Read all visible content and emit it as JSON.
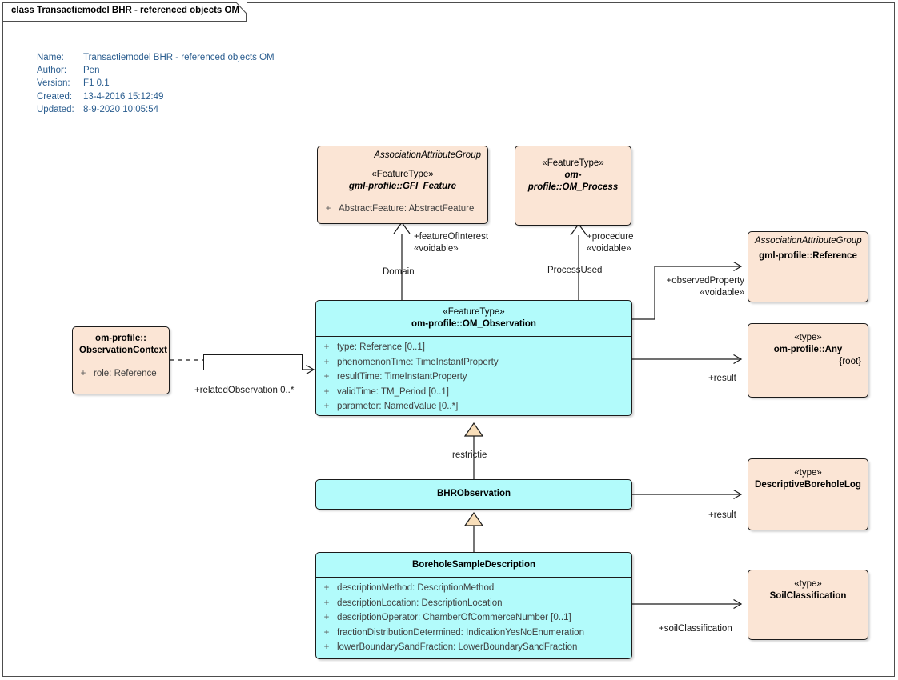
{
  "frame": {
    "tab_label": "class Transactiemodel BHR - referenced objects OM"
  },
  "metadata": {
    "rows": [
      {
        "key": "Name:",
        "value": "Transactiemodel BHR - referenced objects OM"
      },
      {
        "key": "Author:",
        "value": "Pen"
      },
      {
        "key": "Version:",
        "value": "F1 0.1"
      },
      {
        "key": "Created:",
        "value": "13-4-2016 15:12:49"
      },
      {
        "key": "Updated:",
        "value": "8-9-2020 10:05:54"
      }
    ]
  },
  "colors": {
    "peach_fill": "#FBE5D5",
    "cyan_fill": "#B2FBFB",
    "border": "#1B1B1B",
    "meta_text": "#2A5D8F",
    "attr_text": "#3F3F3F",
    "generalization_fill": "#F8DEB9"
  },
  "classes": {
    "gfi_feature": {
      "association_attribute_group": "AssociationAttributeGroup",
      "stereotype": "«FeatureType»",
      "name": "gml-profile::GFI_Feature",
      "attributes": [
        {
          "visibility": "+",
          "signature": "AbstractFeature: AbstractFeature"
        }
      ]
    },
    "om_process": {
      "stereotype": "«FeatureType»",
      "name": "om-profile::OM_Process"
    },
    "om_observation": {
      "stereotype": "«FeatureType»",
      "name": "om-profile::OM_Observation",
      "attributes": [
        {
          "visibility": "+",
          "signature": "type: Reference [0..1]"
        },
        {
          "visibility": "+",
          "signature": "phenomenonTime: TimeInstantProperty"
        },
        {
          "visibility": "+",
          "signature": "resultTime: TimeInstantProperty"
        },
        {
          "visibility": "+",
          "signature": "validTime: TM_Period [0..1]"
        },
        {
          "visibility": "+",
          "signature": "parameter: NamedValue [0..*]"
        }
      ]
    },
    "observation_context": {
      "name_line1": "om-profile::",
      "name_line2": "ObservationContext",
      "attributes": [
        {
          "visibility": "+",
          "signature": "role: Reference"
        }
      ]
    },
    "gml_reference": {
      "association_attribute_group": "AssociationAttributeGroup",
      "name": "gml-profile::Reference"
    },
    "om_any": {
      "stereotype": "«type»",
      "name": "om-profile::Any",
      "root_marker": "{root}"
    },
    "bhr_observation": {
      "name": "BHRObservation"
    },
    "descriptive_borehole_log": {
      "stereotype": "«type»",
      "name": "DescriptiveBoreholeLog"
    },
    "borehole_sample_description": {
      "name": "BoreholeSampleDescription",
      "attributes": [
        {
          "visibility": "+",
          "signature": "descriptionMethod: DescriptionMethod"
        },
        {
          "visibility": "+",
          "signature": "descriptionLocation: DescriptionLocation"
        },
        {
          "visibility": "+",
          "signature": "descriptionOperator: ChamberOfCommerceNumber [0..1]"
        },
        {
          "visibility": "+",
          "signature": "fractionDistributionDetermined: IndicationYesNoEnumeration"
        },
        {
          "visibility": "+",
          "signature": "lowerBoundarySandFraction: LowerBoundarySandFraction"
        }
      ]
    },
    "soil_classification": {
      "stereotype": "«type»",
      "name": "SoilClassification"
    }
  },
  "connectors": {
    "feature_of_interest_role": "+featureOfInterest",
    "feature_of_interest_stereotype": "«voidable»",
    "domain_label": "Domain",
    "procedure_role": "+procedure",
    "procedure_stereotype": "«voidable»",
    "process_used_label": "ProcessUsed",
    "observed_property_role": "+observedProperty",
    "observed_property_stereotype": "«voidable»",
    "result_role_any": "+result",
    "related_observation_role": "+relatedObservation 0..*",
    "restrictie_label": "restrictie",
    "result_role_log": "+result",
    "soil_classification_role": "+soilClassification"
  }
}
